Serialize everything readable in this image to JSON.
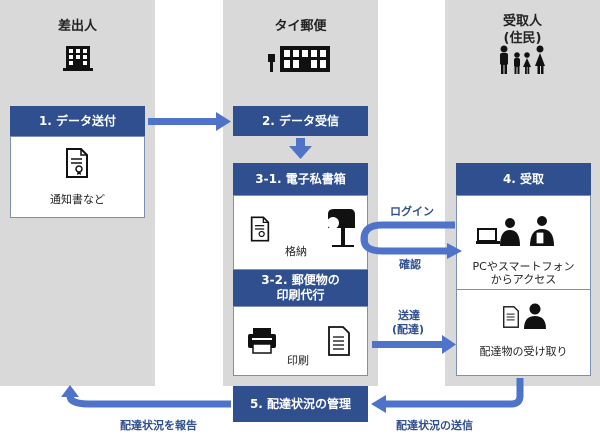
{
  "columns": {
    "sender": {
      "title": "差出人"
    },
    "post": {
      "title": "タイ郵便"
    },
    "recipient": {
      "title": "受取人",
      "subtitle": "(住民)"
    }
  },
  "steps": {
    "data_send": "1. データ送付",
    "data_receive": "2. データ受信",
    "po_box": "3-1. 電子私書箱",
    "print_proxy_line1": "3-2. 郵便物の",
    "print_proxy_line2": "印刷代行",
    "receive": "4. 受取",
    "status_mgmt": "5. 配達状況の管理"
  },
  "texts": {
    "notice": "通知書など",
    "storage": "格納",
    "print": "印刷",
    "access_line1": "PCやスマートフォン",
    "access_line2": "からアクセス",
    "mail_receive": "配達物の受け取り"
  },
  "arrow_labels": {
    "login": "ログイン",
    "confirm": "確認",
    "delivery_line1": "送達",
    "delivery_line2": "(配達)",
    "status_send": "配達状況の送信",
    "status_report": "配達状況を報告"
  },
  "colors": {
    "header": "#2f4f8f",
    "arrow": "#4e73c8",
    "column": "#d9d9d9"
  }
}
